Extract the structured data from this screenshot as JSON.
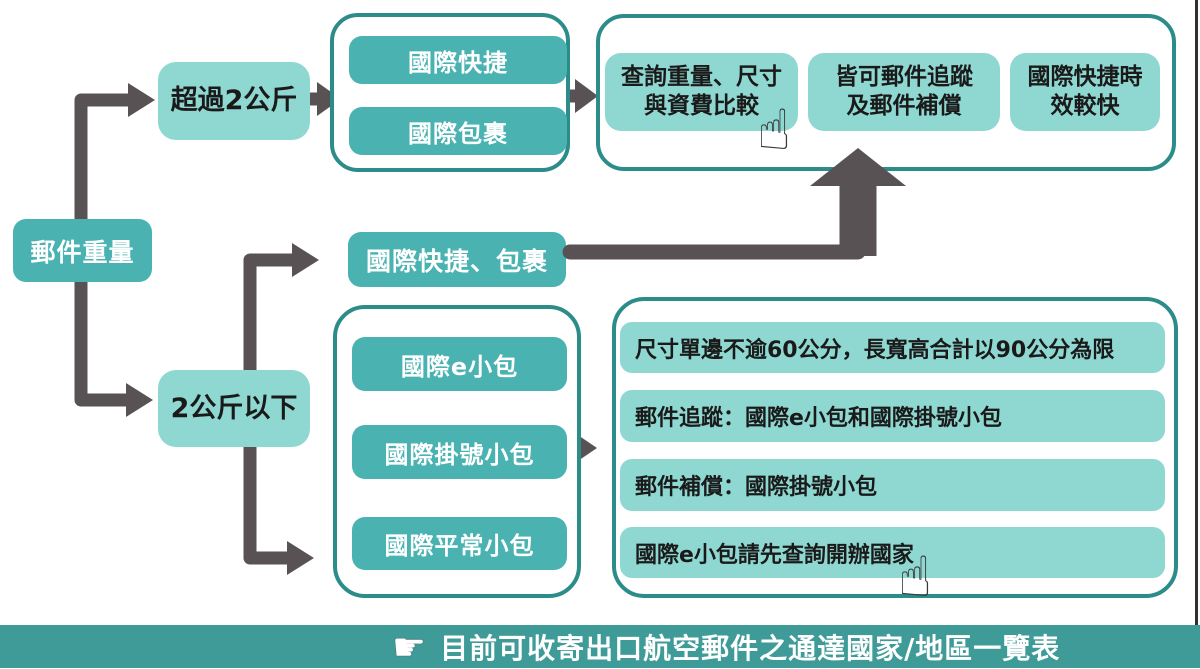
{
  "colors": {
    "node_teal": "#4ab3b2",
    "node_light_teal": "#8fd8d2",
    "group_border_teal": "#2c8c8a",
    "footer_bg": "#3f9b98",
    "connector_gray": "#595254",
    "text_dark": "#1a1a1a",
    "text_light": "#ffffff"
  },
  "flow": {
    "root": "郵件重量",
    "over2kg": {
      "label": "超過2公斤",
      "services": [
        "國際快捷",
        "國際包裹"
      ],
      "notes": [
        {
          "line1": "查詢重量、尺寸",
          "line2": "與資費比較"
        },
        {
          "line1": "皆可郵件追蹤",
          "line2": "及郵件補償"
        },
        {
          "line1": "國際快捷時",
          "line2": "效較快"
        }
      ]
    },
    "under2kg": {
      "label": "2公斤以下",
      "express_parcel": "國際快捷、包裹",
      "services": [
        "國際e小包",
        "國際掛號小包",
        "國際平常小包"
      ],
      "rules": [
        "尺寸單邊不逾60公分，長寬高合計以90公分為限",
        "郵件追蹤：國際e小包和國際掛號小包",
        "郵件補償：國際掛號小包",
        "國際e小包請先查詢開辦國家"
      ]
    }
  },
  "footer": {
    "label": "目前可收寄出口航空郵件之通達國家/地區一覽表"
  },
  "icons": {
    "hand_up": "☝",
    "hand_right": "☛"
  }
}
